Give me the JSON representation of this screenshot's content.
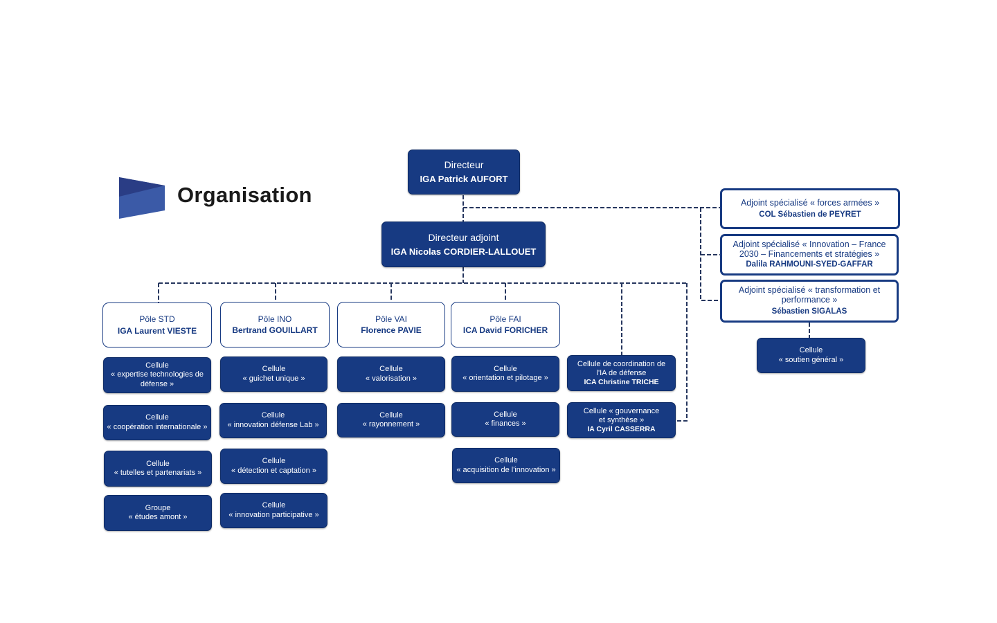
{
  "heading": "Organisation",
  "colors": {
    "navy": "#173a82",
    "logo_light": "#3b5aa7",
    "logo_dark": "#2a3d85"
  },
  "director": {
    "title": "Directeur",
    "name": "IGA Patrick AUFORT"
  },
  "deputy": {
    "title": "Directeur adjoint",
    "name": "IGA Nicolas CORDIER-LALLOUET"
  },
  "adjoints": [
    {
      "title": "Adjoint spécialisé « forces armées »",
      "name": "COL Sébastien de PEYRET"
    },
    {
      "title": "Adjoint spécialisé « Innovation – France 2030 – Financements et stratégies »",
      "name": "Dalila RAHMOUNI-SYED-GAFFAR"
    },
    {
      "title": "Adjoint spécialisé « transformation et performance »",
      "name": "Sébastien SIGALAS"
    }
  ],
  "support_cell": {
    "l1": "Cellule",
    "l2": "« soutien général »"
  },
  "poles": [
    {
      "title": "Pôle STD",
      "name": "IGA Laurent VIESTE"
    },
    {
      "title": "Pôle INO",
      "name": "Bertrand GOUILLART"
    },
    {
      "title": "Pôle VAI",
      "name": "Florence PAVIE"
    },
    {
      "title": "Pôle FAI",
      "name": "ICA David FORICHER"
    }
  ],
  "std_cells": [
    {
      "l1": "Cellule",
      "l2": "« expertise technologies de défense »"
    },
    {
      "l1": "Cellule",
      "l2": "« coopération internationale »"
    },
    {
      "l1": "Cellule",
      "l2": "« tutelles et partenariats »"
    },
    {
      "l1": "Groupe",
      "l2": "« études amont »"
    }
  ],
  "ino_cells": [
    {
      "l1": "Cellule",
      "l2": "« guichet unique »"
    },
    {
      "l1": "Cellule",
      "l2": "« innovation défense Lab »"
    },
    {
      "l1": "Cellule",
      "l2": "« détection et captation »"
    },
    {
      "l1": "Cellule",
      "l2": "« innovation participative »"
    }
  ],
  "vai_cells": [
    {
      "l1": "Cellule",
      "l2": "« valorisation »"
    },
    {
      "l1": "Cellule",
      "l2": "« rayonnement »"
    }
  ],
  "fai_cells": [
    {
      "l1": "Cellule",
      "l2": "« orientation et pilotage »"
    },
    {
      "l1": "Cellule",
      "l2": "« finances »"
    },
    {
      "l1": "Cellule",
      "l2": "« acquisition de l'innovation »"
    }
  ],
  "direct_cells": [
    {
      "l1": "Cellule de coordination de l'IA de défense",
      "name": "ICA Christine TRICHE"
    },
    {
      "l1": "Cellule « gouvernance et synthèse »",
      "name": "IA Cyril CASSERRA"
    }
  ]
}
